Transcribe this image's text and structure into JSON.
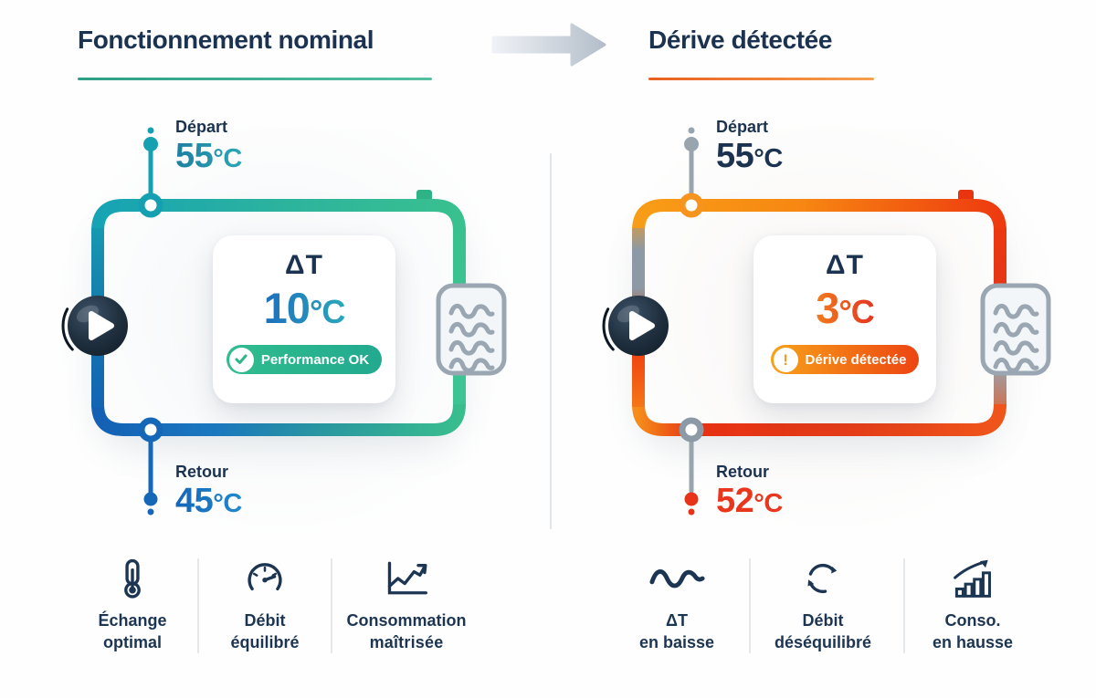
{
  "colors": {
    "navy": "#1b3350",
    "teal": "#14a0b0",
    "green": "#39bd8e",
    "blue": "#1360b4",
    "orange": "#f7941d",
    "red": "#ee3a0f",
    "gray_pipe": "#98a4ae",
    "badge_green": "#2bb68c",
    "badge_orange_start": "#f7a219",
    "badge_orange_end": "#ed4412",
    "left_accent_rule": "#2e9e86",
    "right_accent_rule": "#ed6f24"
  },
  "header": {
    "arrow_icon": "right-arrow-icon"
  },
  "left_panel": {
    "title": "Fonctionnement nominal",
    "depart": {
      "label": "Départ",
      "value": "55",
      "unit": "°C"
    },
    "retour": {
      "label": "Retour",
      "value": "45",
      "unit": "°C"
    },
    "card": {
      "dt_label": "ΔT",
      "dt_value": "10",
      "dt_unit": "°C",
      "badge_label": "Performance OK",
      "badge_icon": "check-circle"
    },
    "pump_icon": "pump-play-icon",
    "exchanger_icon": "heat-exchanger-icon"
  },
  "right_panel": {
    "title": "Dérive détectée",
    "depart": {
      "label": "Départ",
      "value": "55",
      "unit": "°C"
    },
    "retour": {
      "label": "Retour",
      "value": "52",
      "unit": "°C"
    },
    "card": {
      "dt_label": "ΔT",
      "dt_value": "3",
      "dt_unit": "°C",
      "badge_label": "Dérive détectée",
      "badge_icon": "alert-circle",
      "badge_icon_glyph": "!"
    },
    "pump_icon": "pump-play-icon",
    "exchanger_icon": "heat-exchanger-icon"
  },
  "footer": {
    "left": [
      {
        "icon": "thermometer-icon",
        "lines": [
          "Échange",
          "optimal"
        ]
      },
      {
        "icon": "gauge-icon",
        "lines": [
          "Débit",
          "équilibré"
        ]
      },
      {
        "icon": "trend-up-chart-icon",
        "lines": [
          "Consommation",
          "maîtrisée"
        ]
      }
    ],
    "right": [
      {
        "icon": "sine-wave-icon",
        "lines": [
          "ΔT",
          "en baisse"
        ]
      },
      {
        "icon": "cycle-arrows-icon",
        "lines": [
          "Débit",
          "déséquilibré"
        ]
      },
      {
        "icon": "bar-chart-up-icon",
        "lines": [
          "Conso.",
          "en hausse"
        ]
      }
    ]
  }
}
